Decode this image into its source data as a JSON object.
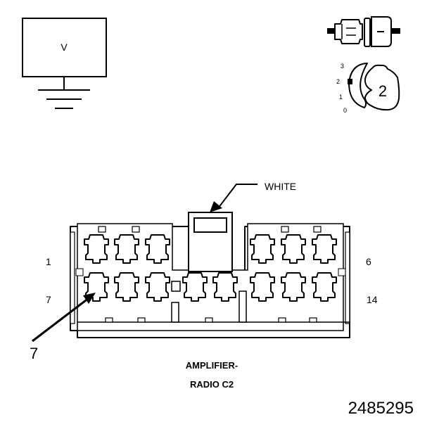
{
  "meter": {
    "symbol": "V"
  },
  "selector": {
    "positions": [
      "3",
      "2",
      "1",
      "0"
    ],
    "selected_label": "2"
  },
  "connector": {
    "color_callout": "WHITE",
    "left_top_pin": "1",
    "left_bottom_pin": "7",
    "right_top_pin": "6",
    "right_bottom_pin": "14",
    "probe_cavity": "7",
    "name_line1": "AMPLIFIER-",
    "name_line2": "RADIO C2"
  },
  "figure_number": "2485295"
}
